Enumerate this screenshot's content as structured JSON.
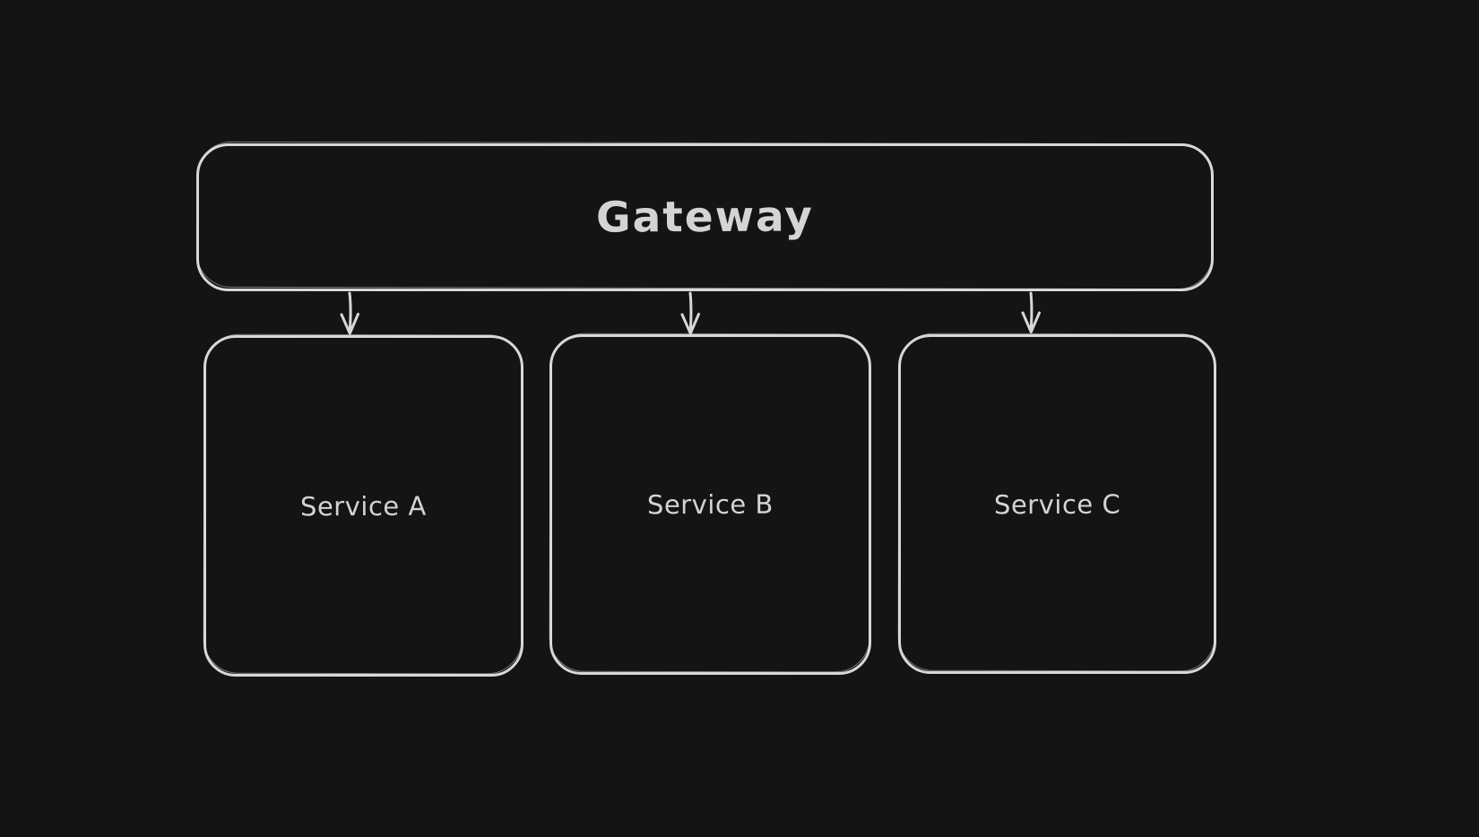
{
  "palette": {
    "background": "#141414",
    "stroke": "#d8d8d8",
    "text": "#d4d4d4"
  },
  "diagram": {
    "type": "flowchart",
    "style": "hand-drawn",
    "nodes": [
      {
        "id": "gateway",
        "label": "Gateway",
        "shape": "rounded-rectangle"
      },
      {
        "id": "service-a",
        "label": "Service A",
        "shape": "rounded-rectangle"
      },
      {
        "id": "service-b",
        "label": "Service B",
        "shape": "rounded-rectangle"
      },
      {
        "id": "service-c",
        "label": "Service C",
        "shape": "rounded-rectangle"
      }
    ],
    "edges": [
      {
        "from": "Gateway",
        "to": "Service A",
        "arrow": "down"
      },
      {
        "from": "Gateway",
        "to": "Service B",
        "arrow": "down"
      },
      {
        "from": "Gateway",
        "to": "Service C",
        "arrow": "down"
      }
    ]
  }
}
